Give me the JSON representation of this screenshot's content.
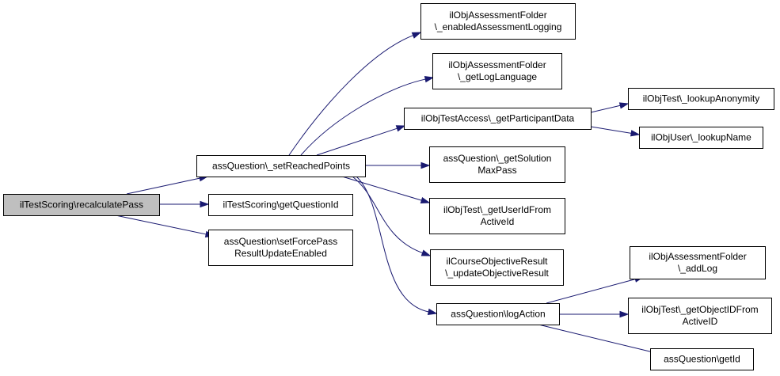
{
  "nodes": {
    "root": {
      "lines": [
        "ilTestScoring\\recalculatePass"
      ]
    },
    "setReached": {
      "lines": [
        "assQuestion\\_setReachedPoints"
      ]
    },
    "getQuestionId": {
      "lines": [
        "ilTestScoring\\getQuestionId"
      ]
    },
    "setForcePass": {
      "lines": [
        "assQuestion\\setForcePass",
        "ResultUpdateEnabled"
      ]
    },
    "enabledLogging": {
      "lines": [
        "ilObjAssessmentFolder",
        "\\_enabledAssessmentLogging"
      ]
    },
    "getLogLanguage": {
      "lines": [
        "ilObjAssessmentFolder",
        "\\_getLogLanguage"
      ]
    },
    "getParticipant": {
      "lines": [
        "ilObjTestAccess\\_getParticipantData"
      ]
    },
    "getSolutionMax": {
      "lines": [
        "assQuestion\\_getSolution",
        "MaxPass"
      ]
    },
    "getUserIdFrom": {
      "lines": [
        "ilObjTest\\_getUserIdFrom",
        "ActiveId"
      ]
    },
    "updateObjective": {
      "lines": [
        "ilCourseObjectiveResult",
        "\\_updateObjectiveResult"
      ]
    },
    "logAction": {
      "lines": [
        "assQuestion\\logAction"
      ]
    },
    "lookupAnon": {
      "lines": [
        "ilObjTest\\_lookupAnonymity"
      ]
    },
    "lookupName": {
      "lines": [
        "ilObjUser\\_lookupName"
      ]
    },
    "addLog": {
      "lines": [
        "ilObjAssessmentFolder",
        "\\_addLog"
      ]
    },
    "getObjectID": {
      "lines": [
        "ilObjTest\\_getObjectIDFrom",
        "ActiveID"
      ]
    },
    "getId": {
      "lines": [
        "assQuestion\\getId"
      ]
    }
  },
  "edges": [
    [
      "root",
      "setReached"
    ],
    [
      "root",
      "getQuestionId"
    ],
    [
      "root",
      "setForcePass"
    ],
    [
      "setReached",
      "enabledLogging"
    ],
    [
      "setReached",
      "getLogLanguage"
    ],
    [
      "setReached",
      "getParticipant"
    ],
    [
      "setReached",
      "getSolutionMax"
    ],
    [
      "setReached",
      "getUserIdFrom"
    ],
    [
      "setReached",
      "updateObjective"
    ],
    [
      "setReached",
      "logAction"
    ],
    [
      "getParticipant",
      "lookupAnon"
    ],
    [
      "getParticipant",
      "lookupName"
    ],
    [
      "logAction",
      "addLog"
    ],
    [
      "logAction",
      "getObjectID"
    ],
    [
      "logAction",
      "getId"
    ]
  ],
  "colors": {
    "edge": "#191970",
    "root_fill": "#bfbfbf",
    "node_fill": "#ffffff",
    "border": "#000000"
  }
}
